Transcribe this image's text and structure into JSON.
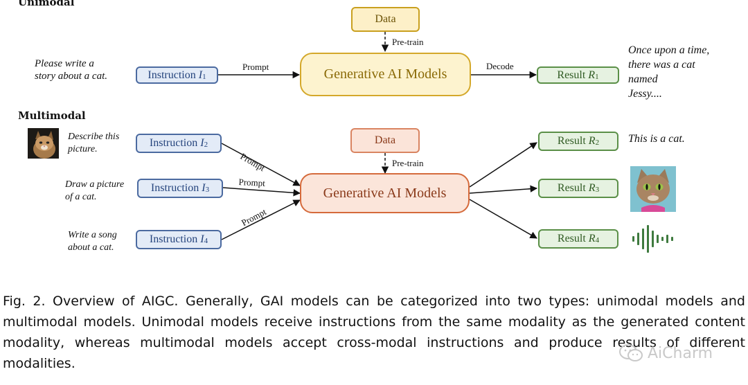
{
  "unimodal": {
    "title": "Unimodal",
    "data_label": "Data",
    "pretrain_label": "Pre-train",
    "model_label": "Generative AI Models",
    "prompt_label": "Prompt",
    "decode_label": "Decode",
    "user_text": [
      "Please write a",
      "story about a cat."
    ],
    "instruction": {
      "text": "Instruction ",
      "var": "I",
      "sub": "1"
    },
    "result": {
      "text": "Result ",
      "var": "R",
      "sub": "1"
    },
    "output_text": [
      "Once upon a time,",
      "there was a cat",
      "named",
      "Jessy...."
    ]
  },
  "multimodal": {
    "title": "Multimodal",
    "data_label": "Data",
    "pretrain_label": "Pre-train",
    "model_label": "Generative AI Models",
    "prompt_label": "Prompt",
    "inputs": [
      {
        "note": [
          "Describe this",
          "picture."
        ],
        "text": "Instruction ",
        "var": "I",
        "sub": "2"
      },
      {
        "note": [
          "Draw a picture",
          "of a cat."
        ],
        "text": "Instruction ",
        "var": "I",
        "sub": "3"
      },
      {
        "note": [
          "Write a song",
          "about a cat."
        ],
        "text": "Instruction ",
        "var": "I",
        "sub": "4"
      }
    ],
    "results": [
      {
        "text": "Result ",
        "var": "R",
        "sub": "2",
        "output": "This is a cat."
      },
      {
        "text": "Result ",
        "var": "R",
        "sub": "3"
      },
      {
        "text": "Result ",
        "var": "R",
        "sub": "4"
      }
    ]
  },
  "caption": "Fig. 2.  Overview of AIGC. Generally, GAI models can be categorized into two types: unimodal models and multimodal models. Unimodal models receive instructions from the same modality as the generated content modality, whereas multimodal models accept cross-modal instructions and produce results of different modalities.",
  "watermark": "AiCharm",
  "colors": {
    "yellow": "#d4a82a",
    "blue": "#4b6aa0",
    "green": "#5a8f47",
    "orange": "#d56a3b"
  }
}
